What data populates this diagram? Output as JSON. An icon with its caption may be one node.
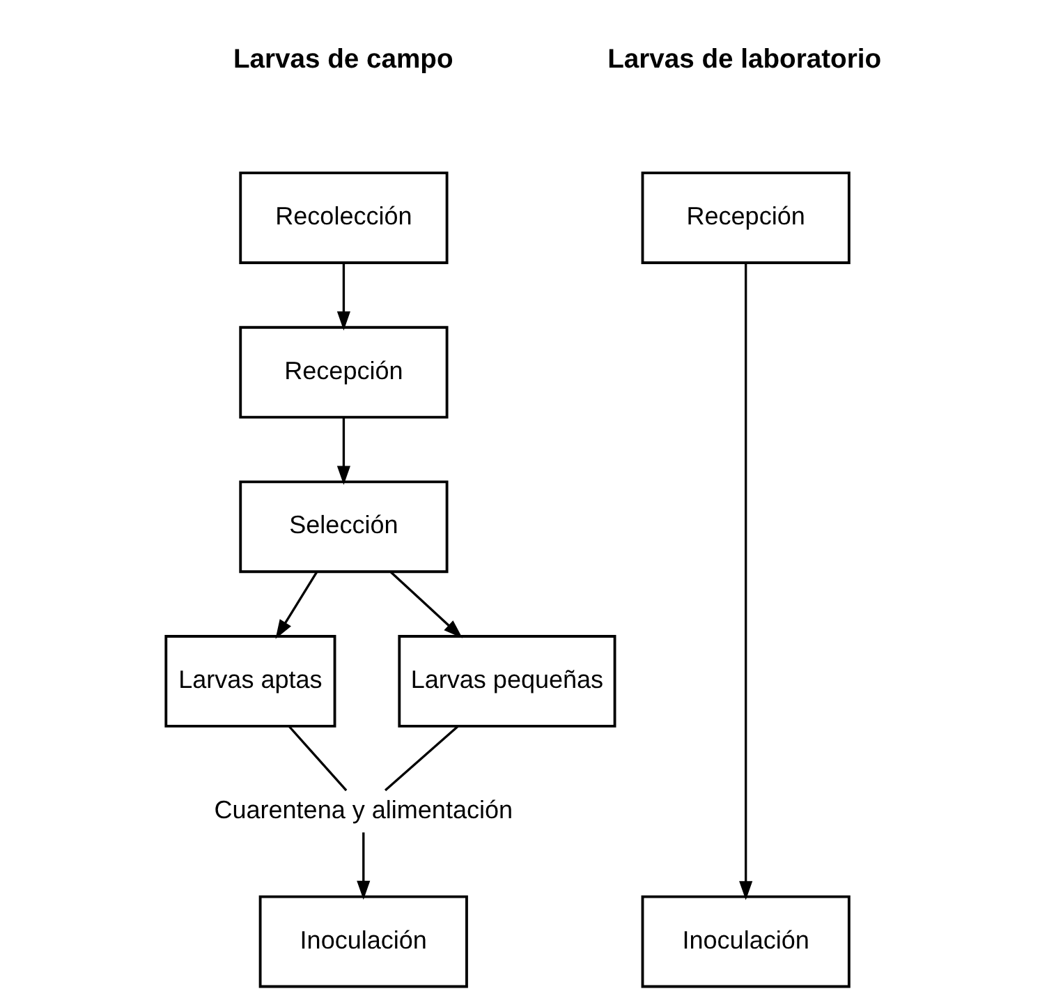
{
  "diagram": {
    "nodes": [
      {
        "text": [
          "Recolección"
        ]
      },
      {
        "text": [
          "Recepción"
        ]
      },
      {
        "text": [
          "Recepción"
        ]
      },
      {
        "text": [
          "Selección"
        ]
      },
      {
        "text": [
          "Larvas aptas"
        ]
      },
      {
        "text": [
          "Larvas pequeñas"
        ]
      },
      {
        "text": [
          "Cuarentena y alimentación"
        ]
      },
      {
        "text": [
          "Inoculación"
        ]
      },
      {
        "text": [
          "Inoculación"
        ]
      }
    ],
    "edges": [
      {
        "from": 0,
        "to": 1,
        "arrow": "to"
      },
      {
        "from": 1,
        "to": 3,
        "arrow": "to"
      },
      {
        "from": 3,
        "to": 4,
        "arrow": "to"
      },
      {
        "from": 3,
        "to": 5,
        "arrow": "to"
      },
      {
        "from": 4,
        "to": 6,
        "arrow": "none"
      },
      {
        "from": 5,
        "to": 6,
        "arrow": "none"
      },
      {
        "from": 6,
        "to": 7,
        "arrow": "to"
      },
      {
        "from": 2,
        "to": 8,
        "arrow": "to"
      }
    ],
    "labels": [
      "Larvas de campo",
      "Larvas de laboratorio"
    ]
  }
}
